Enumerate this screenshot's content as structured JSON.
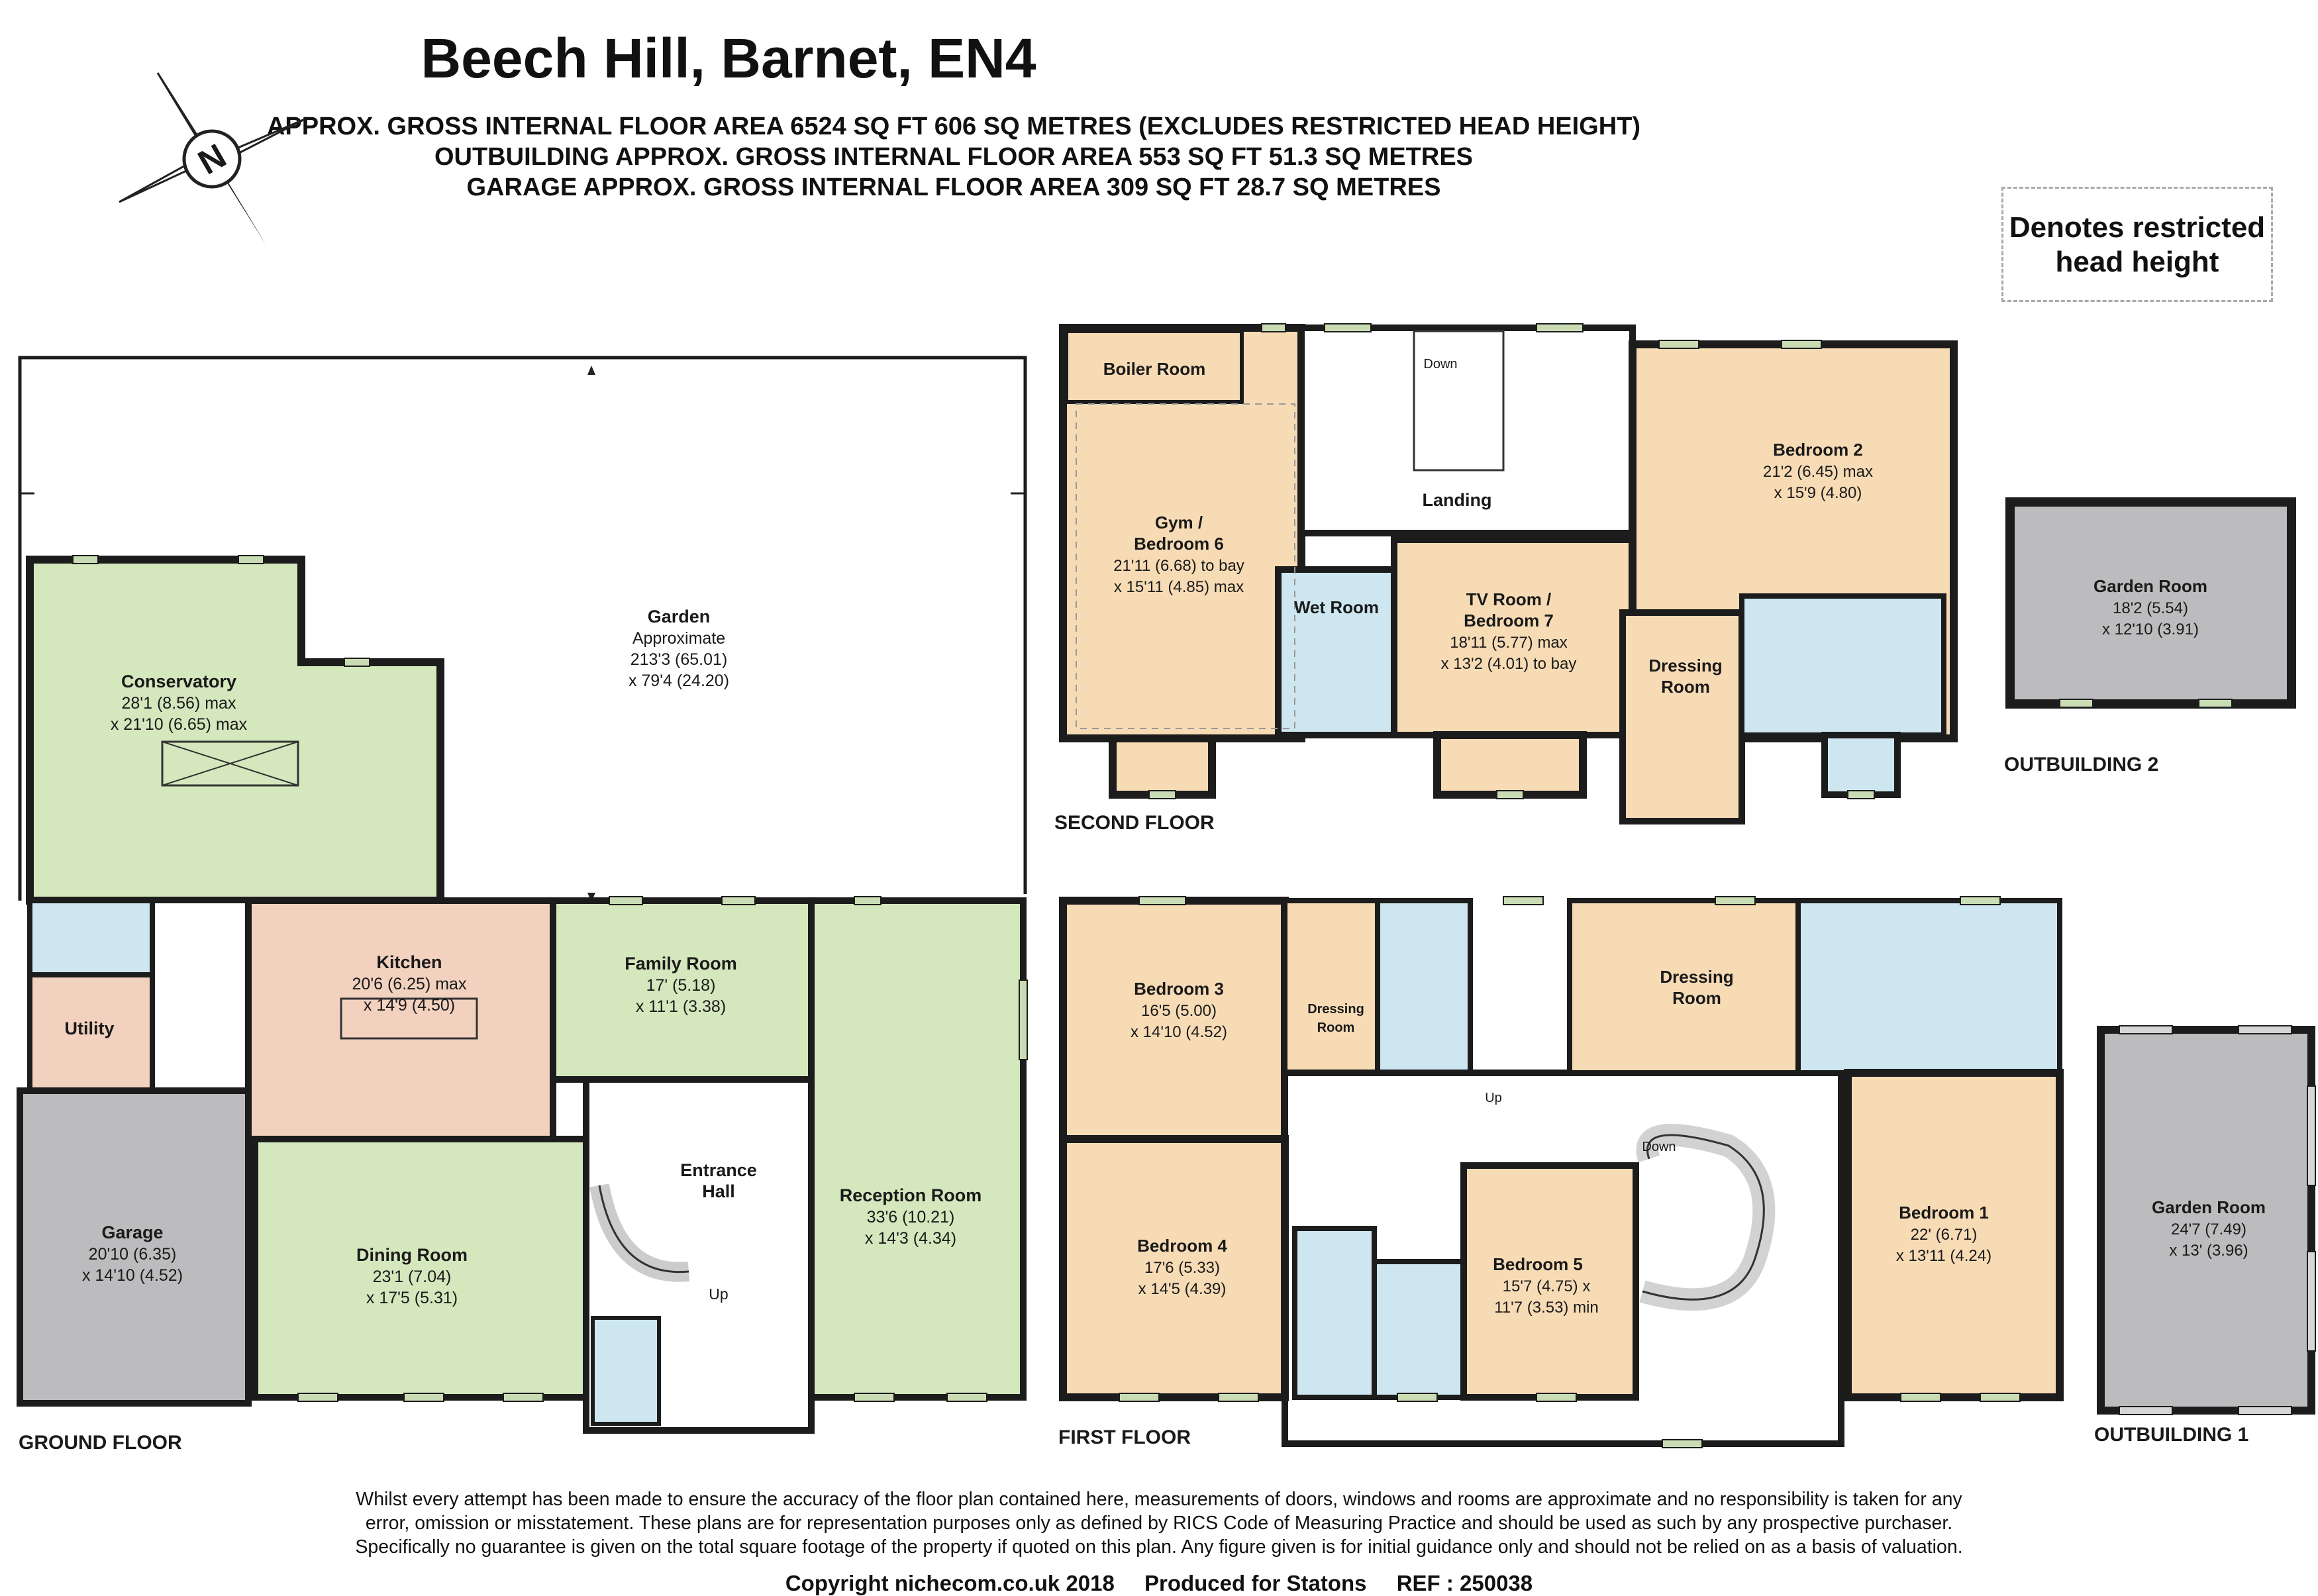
{
  "title": "Beech Hill, Barnet, EN4",
  "area_lines": [
    "APPROX. GROSS INTERNAL FLOOR AREA 6524 SQ FT 606 SQ METRES (EXCLUDES RESTRICTED HEAD HEIGHT)",
    "OUTBUILDING APPROX. GROSS INTERNAL FLOOR AREA 553 SQ FT 51.3 SQ METRES",
    "GARAGE APPROX. GROSS INTERNAL FLOOR AREA 309 SQ FT 28.7 SQ METRES"
  ],
  "legend": {
    "line1": "Denotes restricted",
    "line2": "head height"
  },
  "compass": {
    "letter": "N"
  },
  "floors": {
    "ground": "GROUND FLOOR",
    "first": "FIRST FLOOR",
    "second": "SECOND FLOOR",
    "outbuilding1": "OUTBUILDING 1",
    "outbuilding2": "OUTBUILDING 2"
  },
  "rooms": {
    "garden": {
      "name": "Garden",
      "note": "Approximate",
      "dim1": "213'3 (65.01)",
      "dim2": "x 79'4 (24.20)"
    },
    "conservatory": {
      "name": "Conservatory",
      "dim1": "28'1 (8.56) max",
      "dim2": "x 21'10 (6.65) max"
    },
    "kitchen": {
      "name": "Kitchen",
      "dim1": "20'6 (6.25) max",
      "dim2": "x 14'9 (4.50)"
    },
    "family": {
      "name": "Family Room",
      "dim1": "17' (5.18)",
      "dim2": "x 11'1 (3.38)"
    },
    "utility": {
      "name": "Utility"
    },
    "garage": {
      "name": "Garage",
      "dim1": "20'10 (6.35)",
      "dim2": "x 14'10 (4.52)"
    },
    "dining": {
      "name": "Dining Room",
      "dim1": "23'1 (7.04)",
      "dim2": "x 17'5 (5.31)"
    },
    "entrance": {
      "name1": "Entrance",
      "name2": "Hall"
    },
    "reception": {
      "name": "Reception Room",
      "dim1": "33'6 (10.21)",
      "dim2": "x 14'3 (4.34)"
    },
    "boiler": {
      "name": "Boiler Room"
    },
    "gym": {
      "name1": "Gym /",
      "name2": "Bedroom 6",
      "dim1": "21'11 (6.68) to bay",
      "dim2": "x 15'11 (4.85) max"
    },
    "landing": {
      "name": "Landing"
    },
    "bedroom2": {
      "name": "Bedroom 2",
      "dim1": "21'2 (6.45) max",
      "dim2": "x 15'9 (4.80)"
    },
    "wetroom": {
      "name": "Wet Room"
    },
    "tvroom": {
      "name1": "TV Room /",
      "name2": "Bedroom 7",
      "dim1": "18'11 (5.77) max",
      "dim2": "x 13'2 (4.01) to bay"
    },
    "dressing2": {
      "name1": "Dressing",
      "name2": "Room"
    },
    "bedroom3": {
      "name": "Bedroom 3",
      "dim1": "16'5 (5.00)",
      "dim2": "x 14'10 (4.52)"
    },
    "dressing_small": {
      "name1": "Dressing",
      "name2": "Room"
    },
    "dressing1": {
      "name1": "Dressing",
      "name2": "Room"
    },
    "bedroom4": {
      "name": "Bedroom 4",
      "dim1": "17'6 (5.33)",
      "dim2": "x 14'5 (4.39)"
    },
    "bedroom5": {
      "name": "Bedroom 5",
      "dim1": "15'7 (4.75) x",
      "dim2": "11'7 (3.53) min"
    },
    "bedroom1": {
      "name": "Bedroom 1",
      "dim1": "22' (6.71)",
      "dim2": "x 13'11 (4.24)"
    },
    "garden_room1": {
      "name": "Garden Room",
      "dim1": "24'7 (7.49)",
      "dim2": "x 13' (3.96)"
    },
    "garden_room2": {
      "name": "Garden Room",
      "dim1": "18'2 (5.54)",
      "dim2": "x 12'10 (3.91)"
    }
  },
  "stairs": {
    "up_ground": "Up",
    "down_second": "Down",
    "up_first": "Up",
    "down_first": "Down"
  },
  "disclaimer": [
    "Whilst every attempt has been made to ensure the accuracy of the floor plan contained here, measurements of doors, windows and rooms are approximate and no responsibility is taken for any",
    "error, omission or misstatement. These plans are for representation purposes only as defined by RICS Code of Measuring Practice and should be used as such by any prospective purchaser.",
    "Specifically no guarantee is given on the total square footage of the property if quoted on this plan. Any figure given is for initial guidance only and should not be relied on as a basis of valuation."
  ],
  "copyright": {
    "site": "Copyright nichecom.co.uk 2018",
    "produced": "Produced for Statons",
    "ref": "REF : 250038"
  },
  "colors": {
    "wall": "#1c1c1c",
    "green": "#d4e7bd",
    "pink": "#f2d1bf",
    "peach": "#f7dbb5",
    "blue": "#cde6ef",
    "grey": "#bcbcbe",
    "window": "#c9dcb3"
  }
}
